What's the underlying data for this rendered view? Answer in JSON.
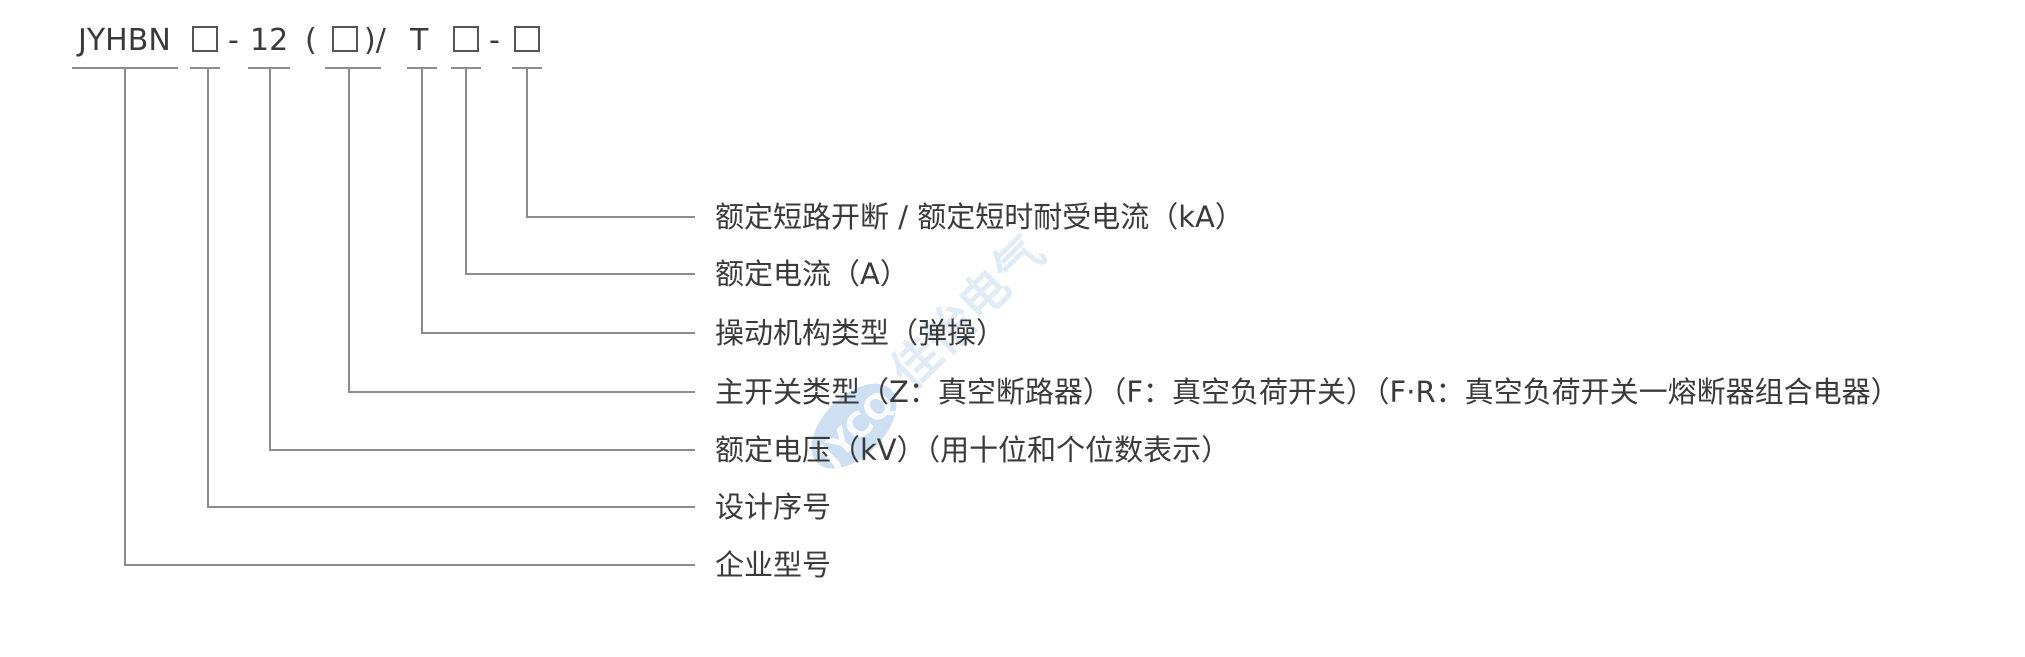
{
  "model_code": {
    "prefix": "JYHBN",
    "dash1": "-",
    "voltage": "12",
    "open_paren": "(",
    "close_paren_slash": ")/",
    "letter_t": "T",
    "dash2": "-"
  },
  "descriptions": [
    "额定短路开断 / 额定短时耐受电流（kA）",
    "额定电流（A）",
    "操动机构类型（弹操）",
    "主开关类型（Z：真空断路器）（F：真空负荷开关）（F·R：真空负荷开关一熔断器组合电器）",
    "额定电压（kV）（用十位和个位数表示）",
    "设计序号",
    "企业型号"
  ],
  "watermark": {
    "text": "佳怡电气",
    "logo_text": "JYCQ"
  },
  "colors": {
    "text": "#3a3a3a",
    "line": "#8c8c8c",
    "watermark": "#9cc0e6"
  }
}
